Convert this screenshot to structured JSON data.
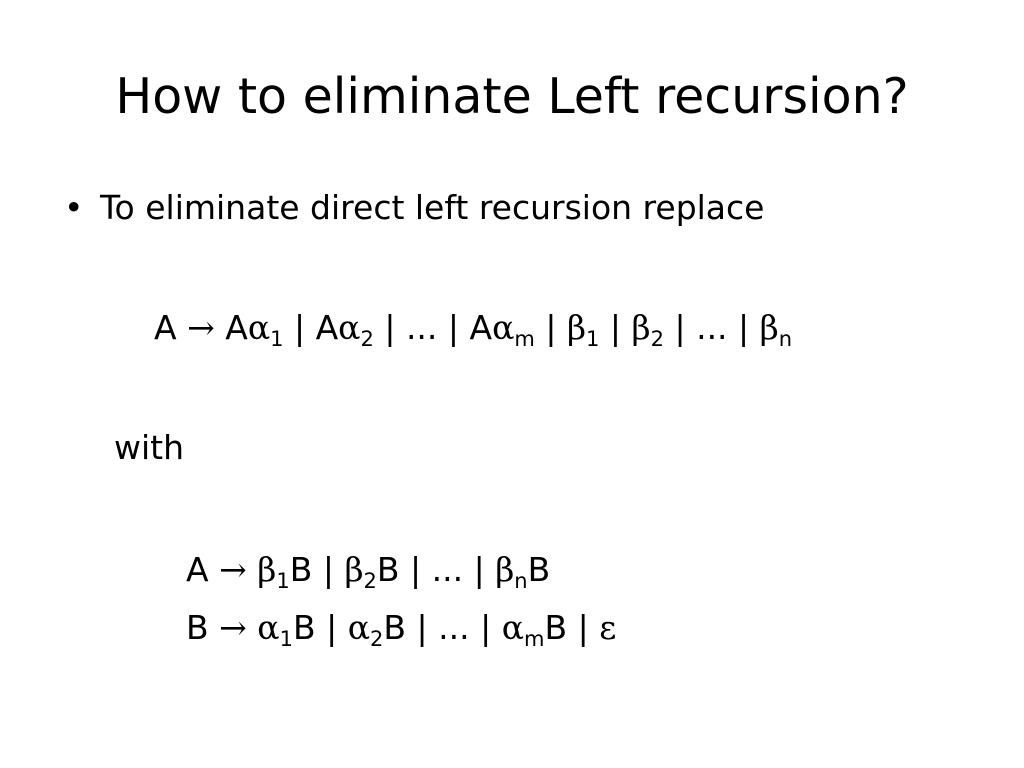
{
  "slide": {
    "title": "How to eliminate Left recursion?",
    "bullet": {
      "marker": "•",
      "text": "To eliminate direct left recursion replace"
    },
    "original_production": {
      "lhs": "A",
      "arrow": "→",
      "parts": [
        {
          "t": "A"
        },
        {
          "g": "α"
        },
        {
          "s": "1"
        },
        {
          "t": " | A"
        },
        {
          "g": "α"
        },
        {
          "s": "2"
        },
        {
          "t": " | ... | A"
        },
        {
          "g": "α"
        },
        {
          "s": "m"
        },
        {
          "t": " | "
        },
        {
          "g": "β"
        },
        {
          "s": "1"
        },
        {
          "t": " | "
        },
        {
          "g": "β"
        },
        {
          "s": "2"
        },
        {
          "t": " | ... | "
        },
        {
          "g": "β"
        },
        {
          "s": "n"
        }
      ]
    },
    "with_label": "with",
    "new_production_a": {
      "lhs": "A",
      "arrow": "→",
      "parts": [
        {
          "g": "β"
        },
        {
          "s": "1"
        },
        {
          "t": "B | "
        },
        {
          "g": "β"
        },
        {
          "s": "2"
        },
        {
          "t": "B | ... | "
        },
        {
          "g": "β"
        },
        {
          "s": "n"
        },
        {
          "t": "B"
        }
      ]
    },
    "new_production_b": {
      "lhs": "B",
      "arrow": "→",
      "parts": [
        {
          "g": "α"
        },
        {
          "s": "1"
        },
        {
          "t": "B | "
        },
        {
          "g": "α"
        },
        {
          "s": "2"
        },
        {
          "t": "B | ... | "
        },
        {
          "g": "α"
        },
        {
          "s": "m"
        },
        {
          "t": "B | "
        },
        {
          "g": "ε"
        }
      ]
    }
  }
}
